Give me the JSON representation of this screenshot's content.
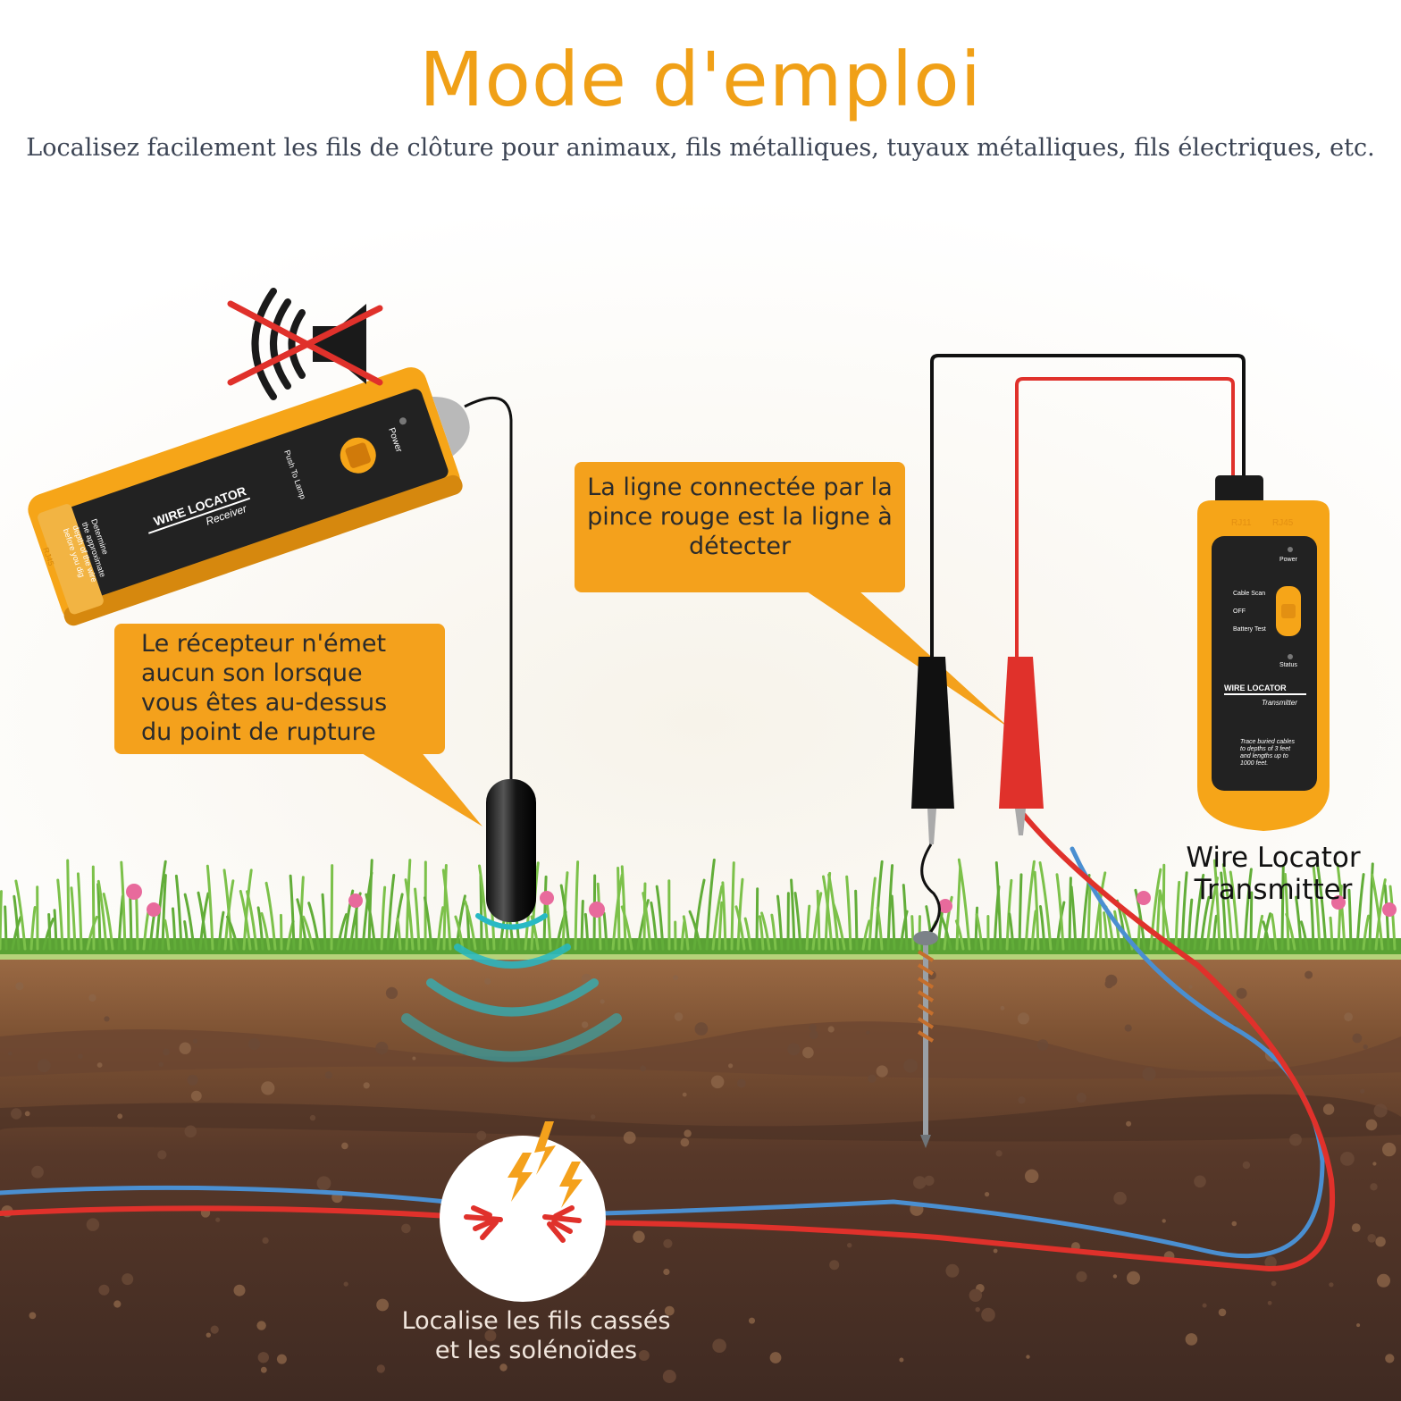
{
  "header": {
    "title": "Mode d'emploi",
    "subtitle": "Localisez facilement les fils de clôture pour animaux, fils métalliques, tuyaux métalliques, fils électriques, etc."
  },
  "callouts": {
    "receiver_lines": [
      "Le récepteur n'émet",
      "aucun son lorsque",
      "vous êtes au-dessus",
      "du point de rupture"
    ],
    "clamp_lines": [
      "La ligne connectée par la",
      "pince rouge est la ligne à",
      "détecter"
    ]
  },
  "labels": {
    "transmitter_lines": [
      "Wire Locator",
      "Transmitter"
    ],
    "bottom_lines": [
      "Localise les fils cassés",
      "et les solénoïdes"
    ]
  },
  "receiver": {
    "brand": "WIRE LOCATOR",
    "model": "Receiver",
    "power_label": "Power",
    "button_label": "Push To Lamp",
    "side_note_lines": [
      "Determine",
      "the approximate",
      "depth of the wire",
      "before you dig"
    ],
    "port_label": "RJ45"
  },
  "transmitter": {
    "port_labels": [
      "RJ11",
      "RJ45"
    ],
    "power_label": "Power",
    "switch_labels": [
      "Cable Scan",
      "OFF",
      "Battery Test"
    ],
    "status_label": "Status",
    "brand": "WIRE LOCATOR",
    "model": "Transmitter",
    "note_lines": [
      "Trace buried cables",
      "to depths of 3 feet",
      "and lengths up to",
      "1000 feet."
    ]
  },
  "colors": {
    "accent_orange": "#f0a017",
    "callout_bg": "#f4a11c",
    "device_yellow": "#f6a518",
    "wire_red": "#e0312b",
    "wire_blue": "#4a8fd1",
    "wave_cyan": "#27b9c4",
    "grass_green": "#6fb83b",
    "soil_brown": "#5a3a2b"
  },
  "icons": {
    "muted_speaker": "speaker-muted-icon",
    "spark": "lightning-bolt-icon"
  }
}
